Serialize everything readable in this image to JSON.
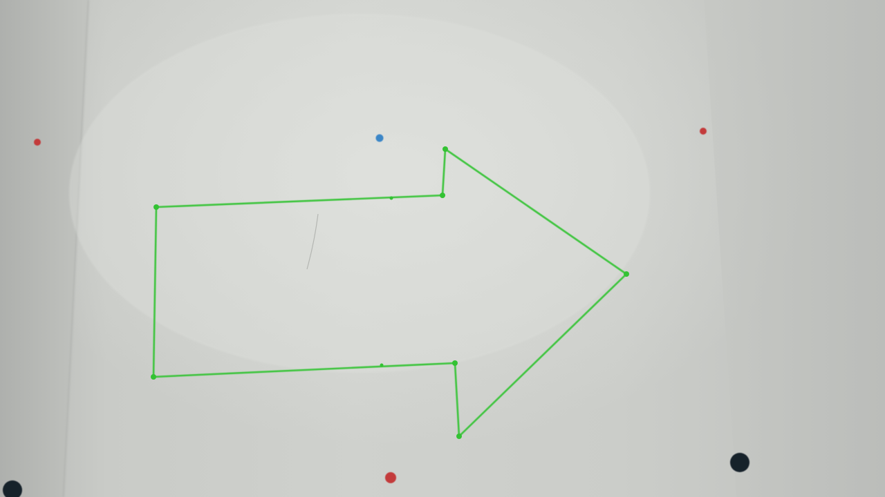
{
  "scene": {
    "description_label": "",
    "colors": {
      "paper": "#cfd1cd",
      "paper_shadow": "#b4b6b3",
      "outline_green": "#3bd33b",
      "pencil_line": "#6f716d",
      "dot_red": "#c33a3a",
      "dot_blue": "#3a86c7",
      "dot_black": "#15202a"
    },
    "markers": [
      {
        "name": "red-dot-top-left",
        "color": "dot_red"
      },
      {
        "name": "blue-dot-top-center",
        "color": "dot_blue"
      },
      {
        "name": "red-dot-top-right",
        "color": "dot_red"
      },
      {
        "name": "black-dot-bottom-left",
        "color": "dot_black"
      },
      {
        "name": "red-dot-bottom-center",
        "color": "dot_red"
      },
      {
        "name": "black-dot-bottom-right",
        "color": "dot_black"
      }
    ],
    "shape": "right-arrow-outline"
  }
}
